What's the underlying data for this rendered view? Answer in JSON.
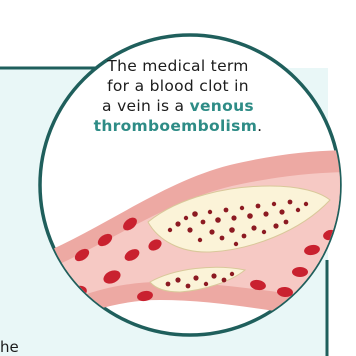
{
  "caption": {
    "line1": "The medical term",
    "line2": "for a blood clot in",
    "line3_prefix": "a vein is a ",
    "term_part1": "venous",
    "term_part2": "thromboembolism",
    "suffix": "."
  },
  "background_text_fragment": "he",
  "colors": {
    "panel": "#e9f7f7",
    "panel_border": "#1f5f5c",
    "circle_fill": "#ffffff",
    "circle_border": "#1f5f5c",
    "vessel_wall": "#eda9a3",
    "vessel_lumen": "#f6c9c4",
    "blood_cell": "#c9212f",
    "clot": "#fbf3d8",
    "clot_dots": "#8c1a22",
    "term": "#2e8c86"
  }
}
